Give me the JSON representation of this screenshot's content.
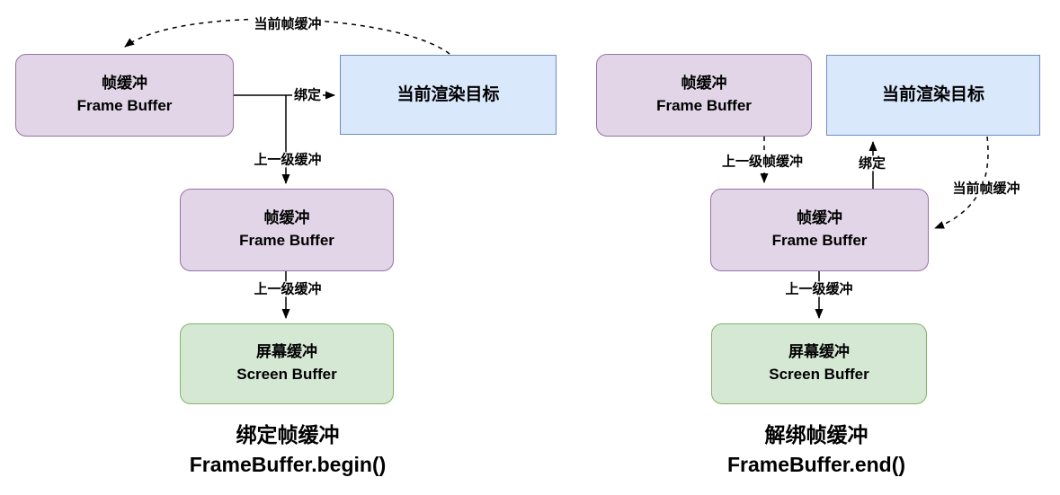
{
  "colors": {
    "purple_fill": "#E1D5E7",
    "purple_stroke": "#9673A6",
    "blue_fill": "#DAE8FC",
    "blue_stroke": "#6C8EBF",
    "green_fill": "#D5E8D4",
    "green_stroke": "#82B366",
    "line": "#000000"
  },
  "left": {
    "nodes": {
      "frame_buffer_top": {
        "line1": "帧缓冲",
        "line2": "Frame Buffer"
      },
      "render_target": {
        "label": "当前渲染目标"
      },
      "frame_buffer_mid": {
        "line1": "帧缓冲",
        "line2": "Frame Buffer"
      },
      "screen_buffer": {
        "line1": "屏幕缓冲",
        "line2": "Screen Buffer"
      }
    },
    "edges": {
      "current_frame_buffer": "当前帧缓冲",
      "bind": "绑定",
      "parent_buffer_upper": "上一级缓冲",
      "parent_buffer_lower": "上一级缓冲"
    },
    "caption": {
      "line1": "绑定帧缓冲",
      "line2": "FrameBuffer.begin()"
    }
  },
  "right": {
    "nodes": {
      "frame_buffer_top": {
        "line1": "帧缓冲",
        "line2": "Frame Buffer"
      },
      "render_target": {
        "label": "当前渲染目标"
      },
      "frame_buffer_mid": {
        "line1": "帧缓冲",
        "line2": "Frame Buffer"
      },
      "screen_buffer": {
        "line1": "屏幕缓冲",
        "line2": "Screen Buffer"
      }
    },
    "edges": {
      "parent_frame_buffer": "上一级帧缓冲",
      "bind": "绑定",
      "current_frame_buffer": "当前帧缓冲",
      "parent_buffer": "上一级缓冲"
    },
    "caption": {
      "line1": "解绑帧缓冲",
      "line2": "FrameBuffer.end()"
    }
  }
}
